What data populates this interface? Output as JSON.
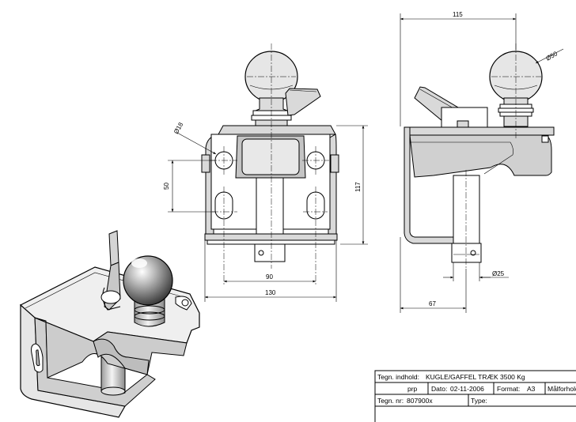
{
  "dimensions": {
    "width_115": "115",
    "dia_50": "Ø50",
    "dia_18": "Ø18",
    "h_50": "50",
    "h_117": "117",
    "w_90": "90",
    "w_130": "130",
    "dia_25": "Ø25",
    "w_67": "67"
  },
  "title_block": {
    "content_label": "Tegn. indhold:",
    "content_value": "KUGLE/GAFFEL TRÆK 3500 Kg",
    "author": "prp",
    "date_label": "Dato:",
    "date_value": "02-11-2006",
    "format_label": "Format:",
    "format_value": "A3",
    "scale_label": "Målforhold",
    "drawing_no_label": "Tegn. nr:",
    "drawing_no_value": "807900x",
    "type_label": "Type:"
  }
}
